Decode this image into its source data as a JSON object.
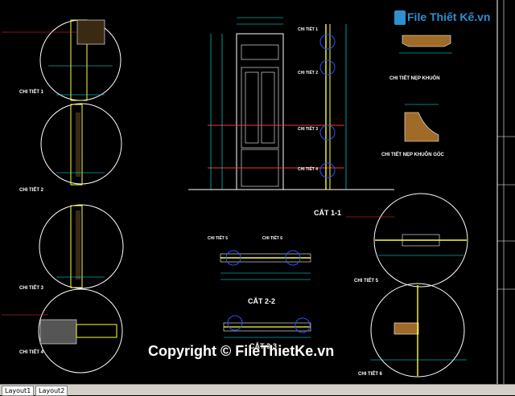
{
  "brand": {
    "name": "File Thiết Kế.vn",
    "watermark": "Copyright © FileThietKe.vn"
  },
  "details": {
    "d1": "CHI TIẾT 1",
    "d2": "CHI TIẾT 2",
    "d3": "CHI TIẾT 3",
    "d4": "CHI TIẾT 4",
    "d5": "CHI TIẾT 5",
    "d6": "CHI TIẾT 6"
  },
  "sections": {
    "s11": "CẮT 1-1",
    "s22": "CẮT 2-2",
    "s33": "CẮT 3-3"
  },
  "profiles": {
    "hep_khuon": "CHI TIẾT NẸP KHUÔN",
    "hep_khuon_goc": "CHI TIẾT NẸP KHUÔN GÓC"
  },
  "callouts": {
    "ct1": "CHI TIẾT 1",
    "ct2": "CHI TIẾT 2",
    "ct3": "CHI TIẾT 3",
    "ct4": "CHI TIẾT 4",
    "ct5": "CHI TIẾT 5",
    "ct6": "CHI TIẾT 6"
  },
  "tabs": [
    "Layout1",
    "Layout2"
  ],
  "colors": {
    "background": "#000000",
    "circle": "#ffffff",
    "dim": "#00ffff",
    "red": "#ff3030",
    "blue": "#3050ff",
    "yellow": "#ffff40"
  }
}
